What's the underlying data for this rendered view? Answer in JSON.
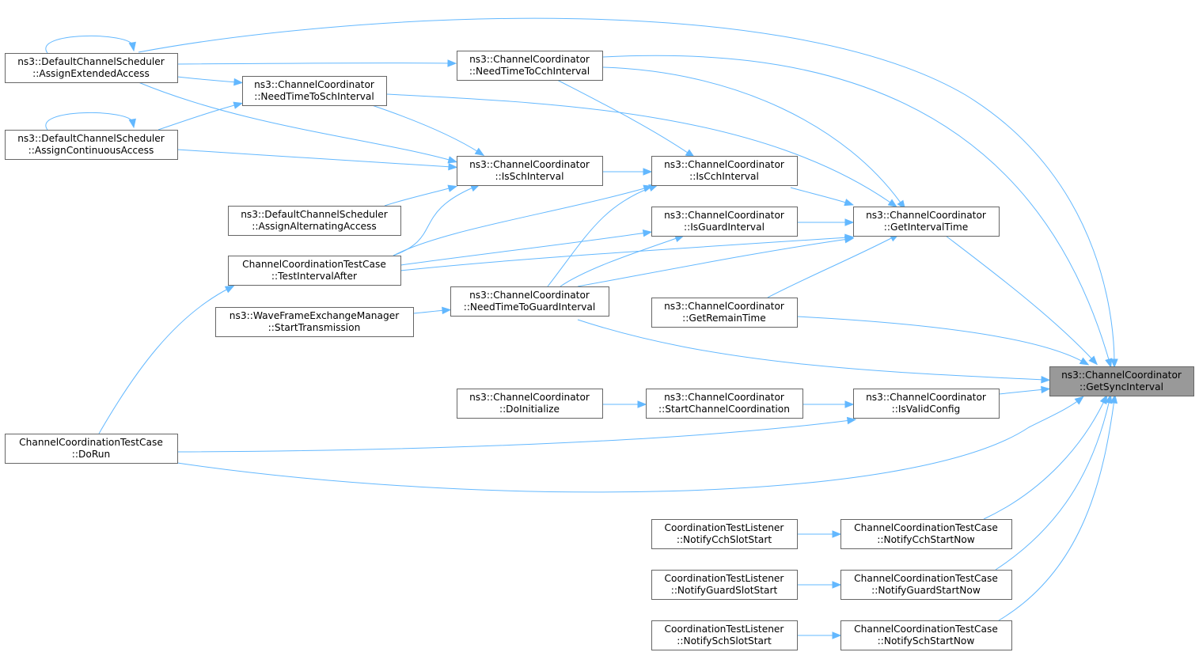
{
  "graph": {
    "root": "n_getsync",
    "nodes": [
      {
        "id": "n_ext",
        "line1": "ns3::DefaultChannelScheduler",
        "line2": "::AssignExtendedAccess"
      },
      {
        "id": "n_cont",
        "line1": "ns3::DefaultChannelScheduler",
        "line2": "::AssignContinuousAccess"
      },
      {
        "id": "n_alt",
        "line1": "ns3::DefaultChannelScheduler",
        "line2": "::AssignAlternatingAccess"
      },
      {
        "id": "n_tia",
        "line1": "ChannelCoordinationTestCase",
        "line2": "::TestIntervalAfter"
      },
      {
        "id": "n_wave",
        "line1": "ns3::WaveFrameExchangeManager",
        "line2": "::StartTransmission"
      },
      {
        "id": "n_dorun",
        "line1": "ChannelCoordinationTestCase",
        "line2": "::DoRun"
      },
      {
        "id": "n_ntcch",
        "line1": "ns3::ChannelCoordinator",
        "line2": "::NeedTimeToCchInterval"
      },
      {
        "id": "n_ntsch",
        "line1": "ns3::ChannelCoordinator",
        "line2": "::NeedTimeToSchInterval"
      },
      {
        "id": "n_issch",
        "line1": "ns3::ChannelCoordinator",
        "line2": "::IsSchInterval"
      },
      {
        "id": "n_ntgi",
        "line1": "ns3::ChannelCoordinator",
        "line2": "::NeedTimeToGuardInterval"
      },
      {
        "id": "n_doinit",
        "line1": "ns3::ChannelCoordinator",
        "line2": "::DoInitialize"
      },
      {
        "id": "n_iscch",
        "line1": "ns3::ChannelCoordinator",
        "line2": "::IsCchInterval"
      },
      {
        "id": "n_isgi",
        "line1": "ns3::ChannelCoordinator",
        "line2": "::IsGuardInterval"
      },
      {
        "id": "n_rem",
        "line1": "ns3::ChannelCoordinator",
        "line2": "::GetRemainTime"
      },
      {
        "id": "n_scc",
        "line1": "ns3::ChannelCoordinator",
        "line2": "::StartChannelCoordination"
      },
      {
        "id": "n_lcch",
        "line1": "CoordinationTestListener",
        "line2": "::NotifyCchSlotStart"
      },
      {
        "id": "n_lguard",
        "line1": "CoordinationTestListener",
        "line2": "::NotifyGuardSlotStart"
      },
      {
        "id": "n_lsch",
        "line1": "CoordinationTestListener",
        "line2": "::NotifySchSlotStart"
      },
      {
        "id": "n_git",
        "line1": "ns3::ChannelCoordinator",
        "line2": "::GetIntervalTime"
      },
      {
        "id": "n_ivc",
        "line1": "ns3::ChannelCoordinator",
        "line2": "::IsValidConfig"
      },
      {
        "id": "n_ncch",
        "line1": "ChannelCoordinationTestCase",
        "line2": "::NotifyCchStartNow"
      },
      {
        "id": "n_nguard",
        "line1": "ChannelCoordinationTestCase",
        "line2": "::NotifyGuardStartNow"
      },
      {
        "id": "n_nsch",
        "line1": "ChannelCoordinationTestCase",
        "line2": "::NotifySchStartNow"
      },
      {
        "id": "n_getsync",
        "line1": "ns3::ChannelCoordinator",
        "line2": "::GetSyncInterval"
      }
    ],
    "edges": [
      [
        "n_ext",
        "n_getsync"
      ],
      [
        "n_ext",
        "n_ext"
      ],
      [
        "n_ext",
        "n_ntcch"
      ],
      [
        "n_ext",
        "n_ntsch"
      ],
      [
        "n_cont",
        "n_cont"
      ],
      [
        "n_cont",
        "n_ntsch"
      ],
      [
        "n_cont",
        "n_issch"
      ],
      [
        "n_ext",
        "n_issch"
      ],
      [
        "n_alt",
        "n_issch"
      ],
      [
        "n_tia",
        "n_issch"
      ],
      [
        "n_tia",
        "n_iscch"
      ],
      [
        "n_tia",
        "n_isgi"
      ],
      [
        "n_tia",
        "n_git"
      ],
      [
        "n_dorun",
        "n_tia"
      ],
      [
        "n_dorun",
        "n_ivc"
      ],
      [
        "n_dorun",
        "n_getsync"
      ],
      [
        "n_wave",
        "n_ntgi"
      ],
      [
        "n_ntcch",
        "n_iscch"
      ],
      [
        "n_ntcch",
        "n_git"
      ],
      [
        "n_ntcch",
        "n_getsync"
      ],
      [
        "n_ntsch",
        "n_issch"
      ],
      [
        "n_ntsch",
        "n_git"
      ],
      [
        "n_issch",
        "n_iscch"
      ],
      [
        "n_ntgi",
        "n_iscch"
      ],
      [
        "n_ntgi",
        "n_isgi"
      ],
      [
        "n_ntgi",
        "n_git"
      ],
      [
        "n_ntgi",
        "n_getsync"
      ],
      [
        "n_doinit",
        "n_scc"
      ],
      [
        "n_scc",
        "n_ivc"
      ],
      [
        "n_iscch",
        "n_git"
      ],
      [
        "n_isgi",
        "n_git"
      ],
      [
        "n_rem",
        "n_git"
      ],
      [
        "n_rem",
        "n_getsync"
      ],
      [
        "n_git",
        "n_getsync"
      ],
      [
        "n_ivc",
        "n_getsync"
      ],
      [
        "n_lcch",
        "n_ncch"
      ],
      [
        "n_lguard",
        "n_nguard"
      ],
      [
        "n_lsch",
        "n_nsch"
      ],
      [
        "n_ncch",
        "n_getsync"
      ],
      [
        "n_nguard",
        "n_getsync"
      ],
      [
        "n_nsch",
        "n_getsync"
      ]
    ]
  },
  "colors": {
    "edge": "#63b8ff",
    "root_fill": "#999999",
    "node_stroke": "#666666"
  }
}
